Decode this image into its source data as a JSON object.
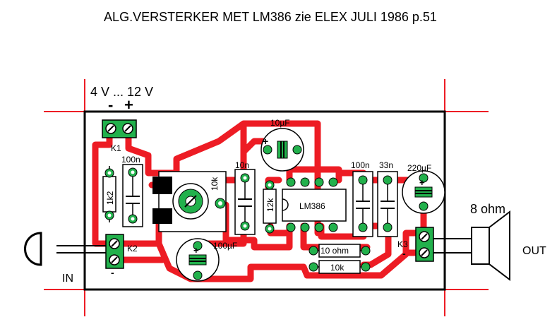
{
  "title": "ALG.VERSTERKER MET LM386 zie ELEX JULI 1986 p.51",
  "supply": {
    "voltage": "4 V ... 12 V",
    "minus": "-",
    "plus": "+",
    "connector": "K1"
  },
  "input": {
    "label": "IN",
    "connector": "K2",
    "minus": "-"
  },
  "output": {
    "label": "OUT",
    "connector": "K3",
    "minus": "-",
    "speaker": "8 ohm"
  },
  "components": {
    "r_1k2": "1k2",
    "c_100n_left": "100n",
    "pot_10k": "10k",
    "c_100uF": "100µF",
    "c_10n": "10n",
    "r_12k": "12k",
    "c_10uF": "10µF",
    "ic": "LM386",
    "c_100n_right": "100n",
    "c_33n": "33n",
    "c_220uF": "220µF",
    "r_10ohm": "10 ohm",
    "r_10k": "10k"
  },
  "colors": {
    "trace": "#ed1c24",
    "pad": "#22b14c",
    "outline": "#000000"
  }
}
